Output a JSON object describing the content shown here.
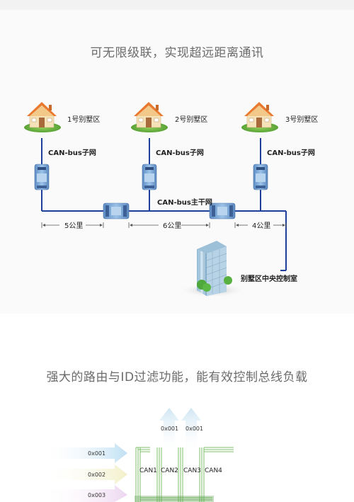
{
  "section1": {
    "title": "可无限级联，实现超远距离通讯",
    "villas": [
      "1号别墅区",
      "2号别墅区",
      "3号别墅区"
    ],
    "subnet_label": "CAN-bus子网",
    "trunk_label": "CAN-bus主干网",
    "distances": [
      "5公里",
      "6公里",
      "4公里"
    ],
    "control_room": "别墅区中央控制室"
  },
  "section2": {
    "title": "强大的路由与ID过滤功能，能有效控制总线负载",
    "inputs": [
      "0x001",
      "0x002",
      "0x003"
    ],
    "outputs": [
      "0x001",
      "0x001"
    ],
    "channels": [
      "CAN1",
      "CAN2",
      "CAN3",
      "CAN4"
    ]
  },
  "colors": {
    "bus_line": "#1f3f9c",
    "module_blue": "#6f9fd0",
    "roof": "#e8792e",
    "grass": "#5aa83a",
    "pcb_green": "#7cc06a"
  }
}
